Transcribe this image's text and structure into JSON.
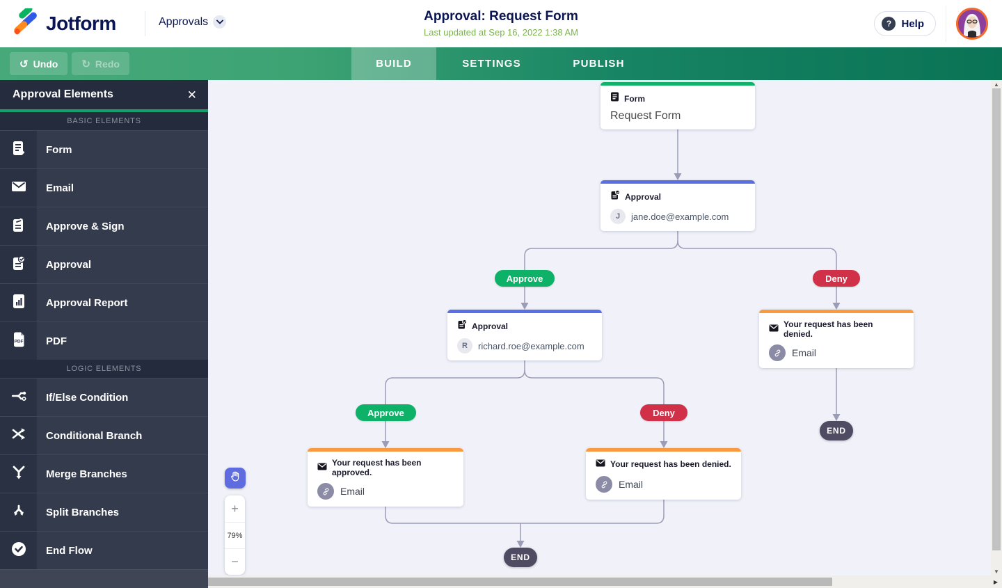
{
  "header": {
    "brand": "Jotform",
    "nav_current": "Approvals",
    "title": "Approval: Request Form",
    "subtitle": "Last updated at Sep 16, 2022 1:38 AM",
    "help_label": "Help"
  },
  "toolbar": {
    "undo_label": "Undo",
    "redo_label": "Redo",
    "tabs": [
      {
        "label": "BUILD",
        "active": true
      },
      {
        "label": "SETTINGS",
        "active": false
      },
      {
        "label": "PUBLISH",
        "active": false
      }
    ]
  },
  "sidebar": {
    "title": "Approval Elements",
    "close_icon": "✕",
    "sections": [
      {
        "label": "BASIC ELEMENTS",
        "items": [
          {
            "label": "Form",
            "icon": "form-icon"
          },
          {
            "label": "Email",
            "icon": "email-icon"
          },
          {
            "label": "Approve & Sign",
            "icon": "approve-sign-icon"
          },
          {
            "label": "Approval",
            "icon": "approval-icon"
          },
          {
            "label": "Approval Report",
            "icon": "approval-report-icon"
          },
          {
            "label": "PDF",
            "icon": "pdf-icon"
          }
        ]
      },
      {
        "label": "LOGIC ELEMENTS",
        "items": [
          {
            "label": "If/Else Condition",
            "icon": "if-else-icon"
          },
          {
            "label": "Conditional Branch",
            "icon": "conditional-branch-icon"
          },
          {
            "label": "Merge Branches",
            "icon": "merge-branches-icon"
          },
          {
            "label": "Split Branches",
            "icon": "split-branches-icon"
          },
          {
            "label": "End Flow",
            "icon": "end-flow-icon"
          }
        ]
      }
    ]
  },
  "canvas": {
    "zoom_level": "79%",
    "zoom_in": "+",
    "zoom_out": "−",
    "nodes": {
      "form": {
        "type_label": "Form",
        "title": "Request Form",
        "accent": "#10b269"
      },
      "approval_jane": {
        "type_label": "Approval",
        "assignee_initial": "J",
        "assignee_email": "jane.doe@example.com",
        "accent": "#5a6fe4"
      },
      "approval_richard": {
        "type_label": "Approval",
        "assignee_initial": "R",
        "assignee_email": "richard.roe@example.com",
        "accent": "#5a6fe4"
      },
      "email_denied_right": {
        "subject": "Your request has been denied.",
        "type_label": "Email",
        "accent": "#f99a40"
      },
      "email_approved": {
        "subject": "Your request has been approved.",
        "type_label": "Email",
        "accent": "#f99a40"
      },
      "email_denied_bottom": {
        "subject": "Your request has been denied.",
        "type_label": "Email",
        "accent": "#f99a40"
      }
    },
    "branch_labels": {
      "approve": "Approve",
      "deny": "Deny"
    },
    "end_label": "END",
    "colors": {
      "approve": "#0db168",
      "deny": "#d13049",
      "end_pill": "#4e4b63",
      "connector": "#9b9cb7",
      "canvas_bg": "#f1f2f9"
    }
  }
}
